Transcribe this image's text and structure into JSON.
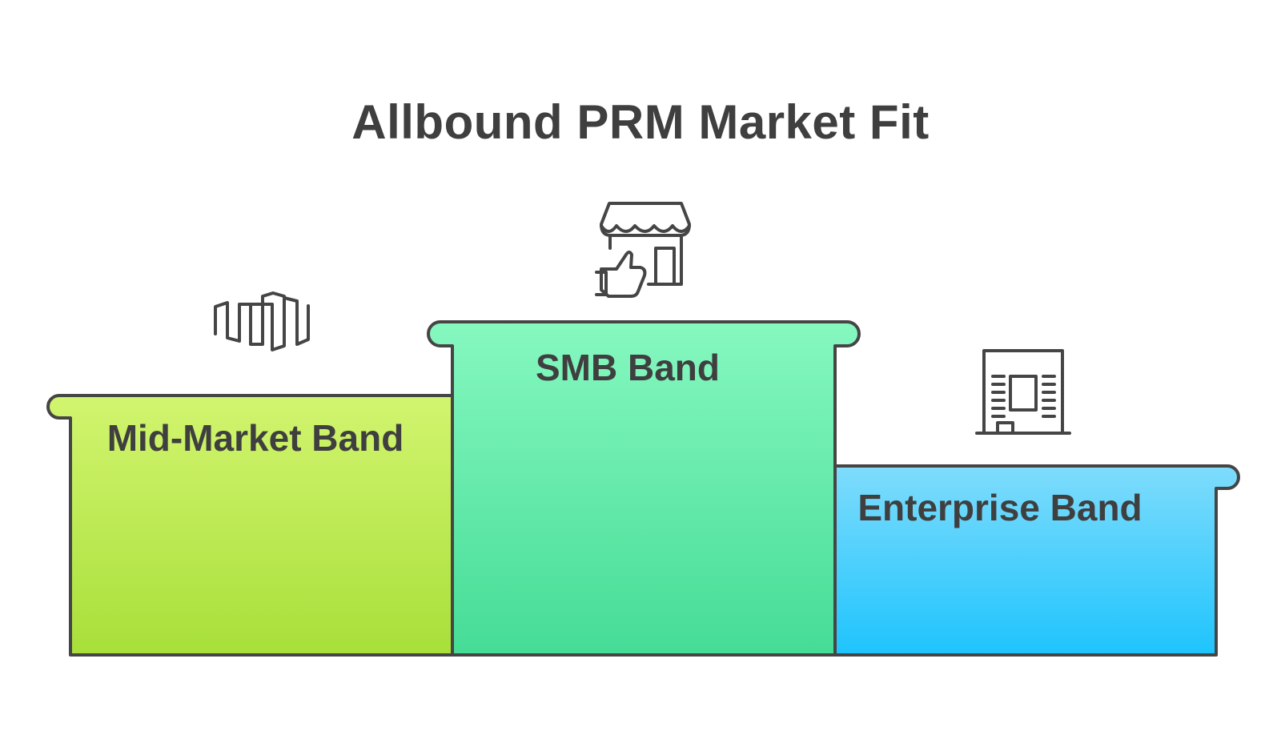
{
  "title": "Allbound PRM Market Fit",
  "bands": [
    {
      "label": "Mid-Market Band",
      "icon": "mid-market-icon",
      "gradient": [
        "#d2f56f",
        "#a8df3a"
      ]
    },
    {
      "label": "SMB Band",
      "icon": "storefront-thumbs-up-icon",
      "gradient": [
        "#86f8c0",
        "#45dc96"
      ]
    },
    {
      "label": "Enterprise Band",
      "icon": "office-building-icon",
      "gradient": [
        "#7fdcfc",
        "#1ec4fd"
      ]
    }
  ],
  "colors": {
    "outline": "#454545",
    "text": "#3f3f3f",
    "background": "#ffffff"
  }
}
